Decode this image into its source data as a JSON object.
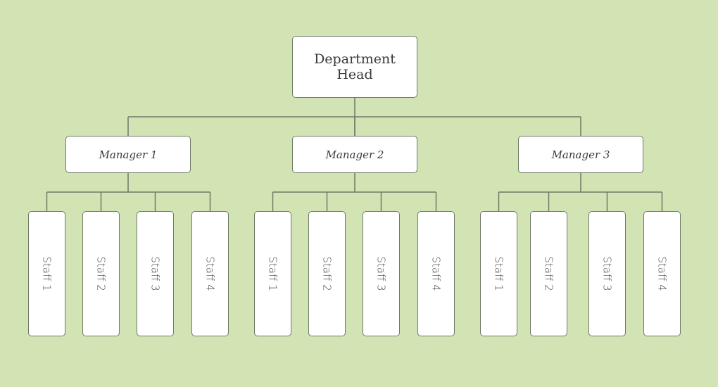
{
  "head": {
    "line1": "Department",
    "line2": "Head"
  },
  "managers": [
    {
      "label": "Manager 1",
      "staff": [
        "Staff 1",
        "Staff 2",
        "Staff 3",
        "Staff 4"
      ]
    },
    {
      "label": "Manager 2",
      "staff": [
        "Staff 1",
        "Staff 2",
        "Staff 3",
        "Staff 4"
      ]
    },
    {
      "label": "Manager 3",
      "staff": [
        "Staff 1",
        "Staff 2",
        "Staff 3",
        "Staff 4"
      ]
    }
  ],
  "colors": {
    "background": "#d3e4b4",
    "line": "#6e7a66",
    "box": "#ffffff"
  }
}
